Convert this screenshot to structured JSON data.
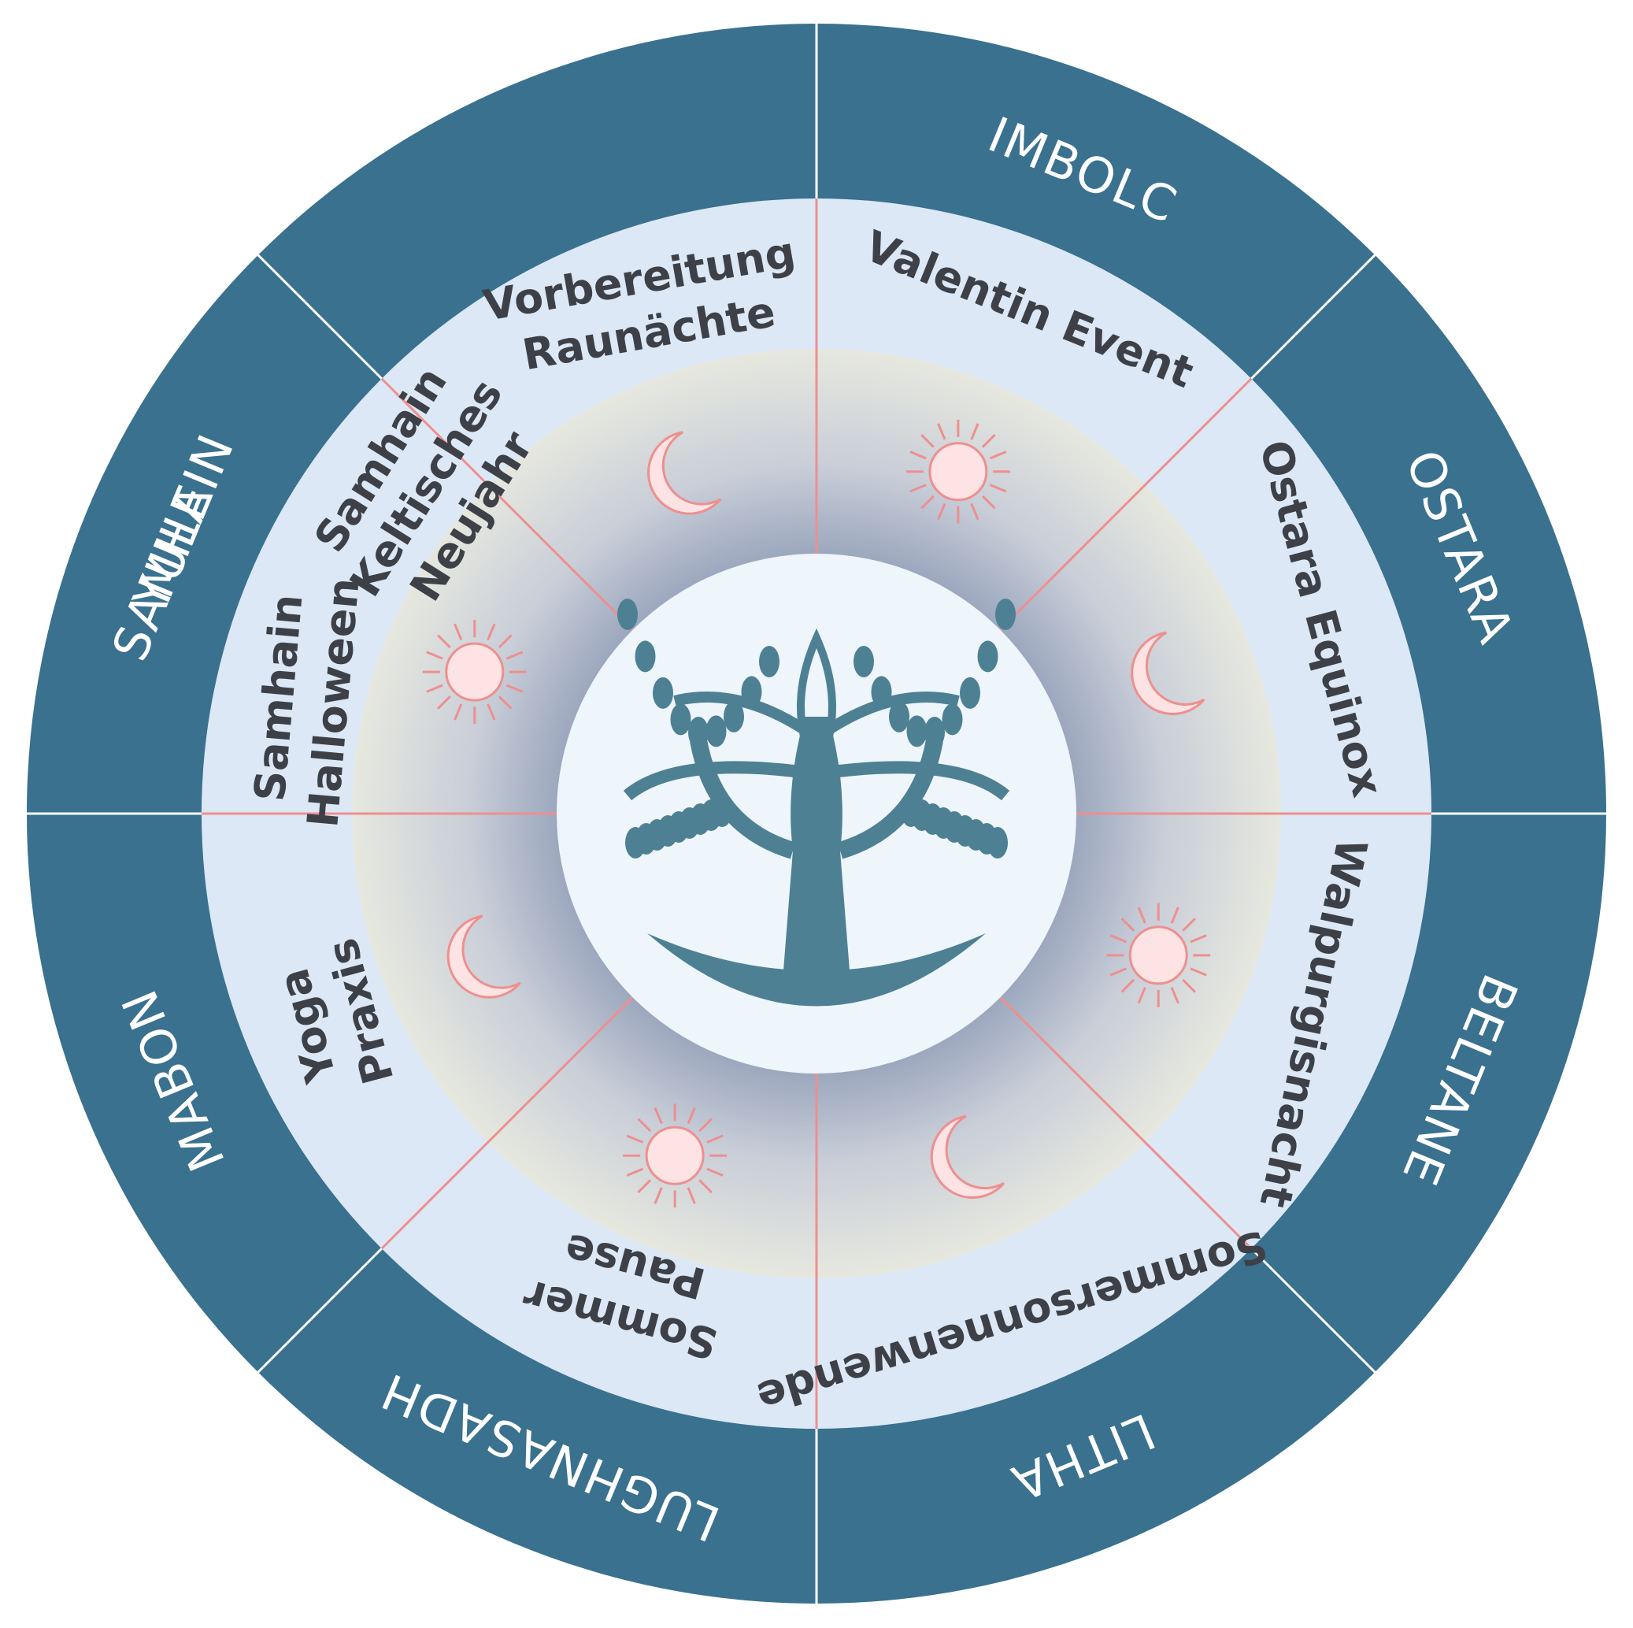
{
  "sabbats": [
    {
      "id": "yule",
      "label": "YULE"
    },
    {
      "id": "imbolc",
      "label": "IMBOLC"
    },
    {
      "id": "ostara",
      "label": "OSTARA"
    },
    {
      "id": "beltane",
      "label": "BELTANE"
    },
    {
      "id": "litha",
      "label": "LITHA"
    },
    {
      "id": "lughnasadh",
      "label": "LUGHNASADH"
    },
    {
      "id": "mabon",
      "label": "MABON"
    },
    {
      "id": "samhain",
      "label": "SAMHAIN"
    }
  ],
  "events": {
    "yule": {
      "line1": "Vorbereitung",
      "line2": "Raunächte"
    },
    "imbolc": {
      "line1": "Valentin Event"
    },
    "ostara": {
      "line1": "Ostara Equinox"
    },
    "beltane": {
      "line1": "Walpurgisnacht"
    },
    "litha": {
      "line1": "Sommersonnenwende"
    },
    "lughnasadh": {
      "line1": "Sommer",
      "line2": "Pause"
    },
    "mabon": {
      "line1": "Yoga",
      "line2": "Praxis"
    },
    "samhain": {
      "line1": "Samhain",
      "line2": "Halloween"
    },
    "samhain_newyear": {
      "line1": "Samhain",
      "line2": "Keltisches",
      "line3": "Neujahr"
    }
  },
  "symbols": [
    {
      "type": "sun",
      "icon": "sun-icon"
    },
    {
      "type": "moon",
      "icon": "crescent-moon-icon"
    },
    {
      "type": "sun",
      "icon": "sun-icon"
    },
    {
      "type": "moon",
      "icon": "crescent-moon-icon"
    },
    {
      "type": "sun",
      "icon": "sun-icon"
    },
    {
      "type": "moon",
      "icon": "crescent-moon-icon"
    },
    {
      "type": "sun",
      "icon": "sun-icon"
    },
    {
      "type": "moon",
      "icon": "crescent-moon-icon"
    }
  ],
  "center": {
    "icon": "tree-of-life-icon"
  },
  "colors": {
    "outer_ring": "#39718f",
    "middle_ring": "#dce8f5",
    "divider_outer": "#ffffff",
    "divider_inner": "#ee8f8f",
    "center_disc": "#eef5fb",
    "tree": "#4e8094",
    "symbol_fill": "#fde3e3",
    "symbol_stroke": "#ee8f8f",
    "event_text": "#3d4147"
  }
}
